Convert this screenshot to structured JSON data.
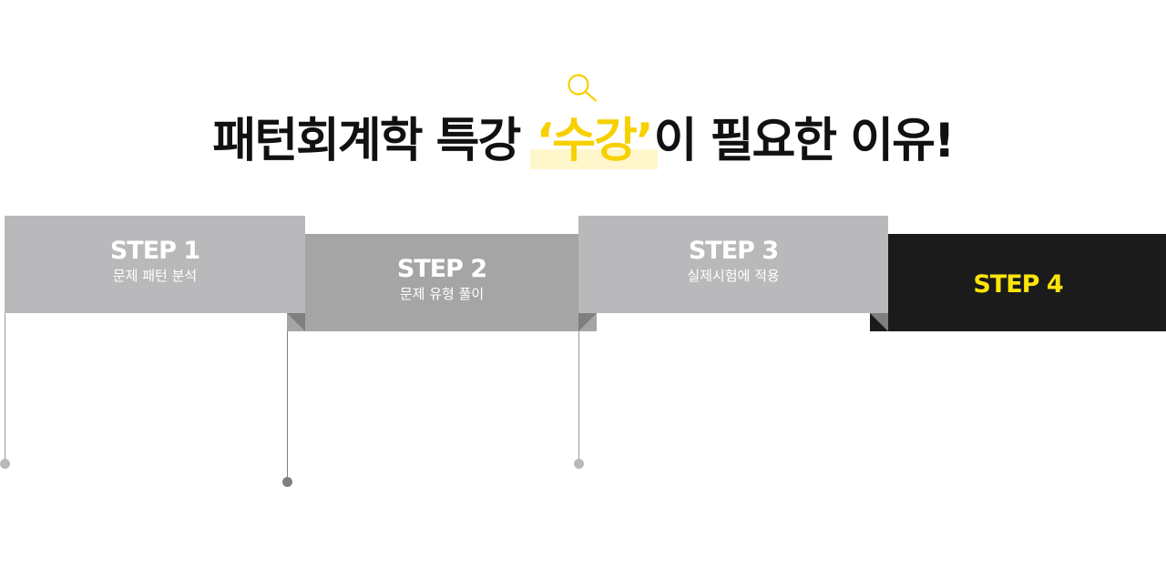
{
  "header": {
    "title_before": "패턴회계학 특강",
    "title_highlight": "‘수강’",
    "title_after": "이 필요한 이유!",
    "icon": "search-icon",
    "highlight_color": "#f7d000"
  },
  "steps": [
    {
      "label": "STEP 1",
      "desc": "문제 패턴 분석",
      "color": "#b9b9bb"
    },
    {
      "label": "STEP 2",
      "desc": "문제 유형 풀이",
      "color": "#a5a5a5"
    },
    {
      "label": "STEP 3",
      "desc": "실제시험에 적용",
      "color": "#b9b9bb"
    },
    {
      "label": "STEP 4",
      "desc": "",
      "color": "#1b1b1b",
      "label_color": "#fce40a"
    }
  ]
}
